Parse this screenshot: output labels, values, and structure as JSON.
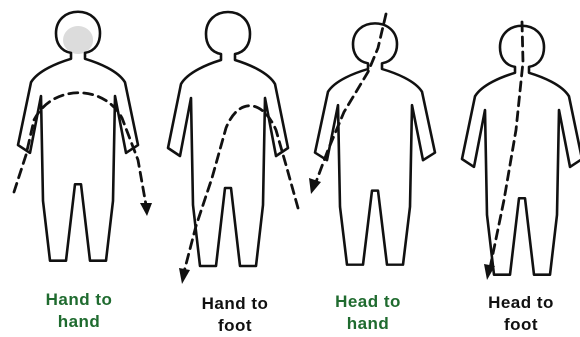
{
  "captions": [
    {
      "line1": "Hand to",
      "line2": "hand"
    },
    {
      "line1": "Hand to",
      "line2": "foot"
    },
    {
      "line1": "Head to",
      "line2": "hand"
    },
    {
      "line1": "Head to",
      "line2": "foot"
    }
  ],
  "colors": {
    "caption_green": "#1f6b2f",
    "caption_black": "#111111"
  }
}
